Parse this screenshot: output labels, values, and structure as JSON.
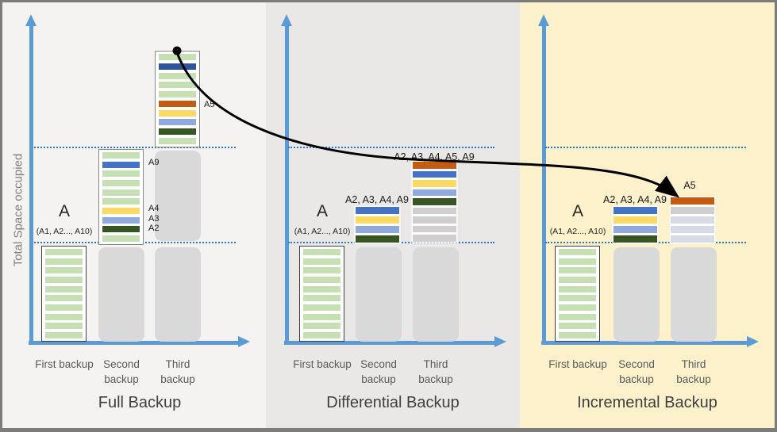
{
  "diagram": {
    "y_axis_label": "Total Space occupied",
    "flow_note": "A5",
    "colors": {
      "green": "#C6E0B4",
      "blue": "#4472C4",
      "navy": "#2F5597",
      "orange": "#C55A11",
      "yellow": "#FFD966",
      "lightblue": "#8FAADC",
      "darkgreen": "#375623",
      "gray": "#D0CECE",
      "bluegray": "#D6DCE5",
      "axis": "#5B9BD5",
      "dotted": "#2E75B6",
      "placeholder": "#D9D9D9",
      "curve": "#000000"
    },
    "panels": [
      {
        "title": "Full Backup",
        "background": "#F4F3F1",
        "source_main": "A",
        "source_sub": "(A1, A2..., A10)",
        "col1": "First backup",
        "col2": "Second backup",
        "col3": "Third backup",
        "bar1_stripes": [
          "green",
          "green",
          "green",
          "green",
          "green",
          "green",
          "green",
          "green",
          "green",
          "green"
        ],
        "bar2_stripes": [
          "green",
          "blue",
          "green",
          "green",
          "green",
          "green",
          "yellow",
          "lightblue",
          "darkgreen",
          "green"
        ],
        "bar2_labels": [
          "A9",
          "A4",
          "A3",
          "A2"
        ],
        "bar3_stripes": [
          "green",
          "navy",
          "green",
          "green",
          "green",
          "orange",
          "yellow",
          "lightblue",
          "darkgreen",
          "green"
        ],
        "bar3_label": "A5"
      },
      {
        "title": "Differential Backup",
        "background": "#E9E8E6",
        "source_main": "A",
        "source_sub": "(A1, A2..., A10)",
        "col1": "First backup",
        "col2": "Second backup",
        "col3": "Third backup",
        "bar1_stripes": [
          "green",
          "green",
          "green",
          "green",
          "green",
          "green",
          "green",
          "green",
          "green",
          "green"
        ],
        "bar2_stripes": [
          "blue",
          "yellow",
          "lightblue",
          "darkgreen"
        ],
        "bar2_label": "A2, A3, A4, A9",
        "bar3_stripes": [
          "orange",
          "blue",
          "yellow",
          "lightblue",
          "darkgreen",
          "gray",
          "gray",
          "gray",
          "gray"
        ],
        "bar3_label": "A2, A3, A4, A5, A9"
      },
      {
        "title": "Incremental Backup",
        "background": "#FDF1CB",
        "source_main": "A",
        "source_sub": "(A1, A2..., A10)",
        "col1": "First backup",
        "col2": "Second backup",
        "col3": "Third backup",
        "bar1_stripes": [
          "green",
          "green",
          "green",
          "green",
          "green",
          "green",
          "green",
          "green",
          "green",
          "green"
        ],
        "bar2_stripes": [
          "blue",
          "yellow",
          "lightblue",
          "darkgreen"
        ],
        "bar2_label": "A2, A3, A4, A9",
        "bar3_stripes": [
          "orange",
          "gray",
          "bluegray",
          "bluegray",
          "bluegray"
        ],
        "bar3_label": "A5"
      }
    ]
  }
}
